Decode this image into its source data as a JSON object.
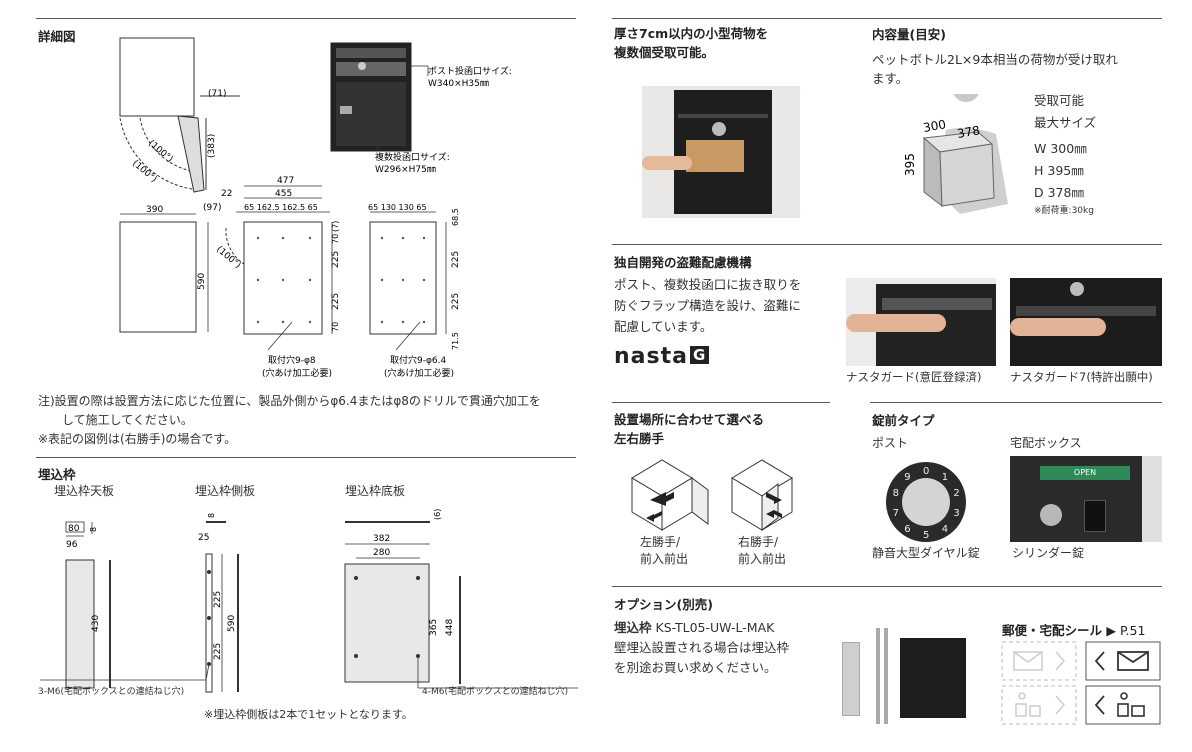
{
  "left": {
    "detail_title": "詳細図",
    "dims": {
      "d71": "(71)",
      "d383": "(383)",
      "ang100a": "(100°)",
      "ang100b": "(100°)",
      "d477": "477",
      "d455": "455",
      "d22": "22",
      "d97": "(97)",
      "d390": "390",
      "d590": "590",
      "d7": "(7)",
      "d70": "70",
      "d225a": "225",
      "d225b": "225",
      "d70b": "70",
      "d68_5": "68.5",
      "d225c": "225",
      "d225d": "225",
      "d71_5": "71.5",
      "front_cols": "65 162.5 162.5 65",
      "side_cols": "65 130 130 65",
      "ang100c": "(100°)"
    },
    "post_opening": "ポスト投函口サイズ:",
    "post_opening_size": "W340×H35㎜",
    "multi_opening": "複数投函口サイズ:",
    "multi_opening_size": "W296×H75㎜",
    "holes_a": "取付穴9-φ8",
    "holes_a_note": "(穴あけ加工必要)",
    "holes_b": "取付穴9-φ6.4",
    "holes_b_note": "(穴あけ加工必要)",
    "note1": "注)設置の際は設置方法に応じた位置に、製品外側からφ6.4またはφ8のドリルで貫通穴加工を",
    "note1b": "して施工してください。",
    "note2": "※表記の図例は(右勝手)の場合です。",
    "frame_title": "埋込枠",
    "frame_top": "埋込枠天板",
    "frame_side": "埋込枠側板",
    "frame_bottom": "埋込枠底板",
    "f80": "80",
    "f96": "96",
    "f8": "8",
    "f430": "430",
    "fs8": "8",
    "fs25": "25",
    "fs225a": "225",
    "fs590": "590",
    "fs225b": "225",
    "fb6": "(6)",
    "fb382": "382",
    "fb280": "280",
    "fb365": "365",
    "fb448": "448",
    "screw_a": "3-M6(宅配ボックスとの連結ねじ穴)",
    "screw_b": "4-M6(宅配ボックスとの連結ねじ穴)",
    "frame_note": "※埋込枠側板は2本で1セットとなります。"
  },
  "right": {
    "small_parcel_title1": "厚さ7cm以内の小型荷物を",
    "small_parcel_title2": "複数個受取可能。",
    "capacity_title": "内容量(目安)",
    "capacity_text1": "ペットボトル2L×9本相当の荷物が受け取れ",
    "capacity_text2": "ます。",
    "box_w": "300",
    "box_d": "378",
    "box_h": "395",
    "max_label1": "受取可能",
    "max_label2": "最大サイズ",
    "max_w": "W 300㎜",
    "max_h": "H 395㎜",
    "max_d": "D 378㎜",
    "max_load": "※耐荷重:30kg",
    "antitheft_title": "独自開発の盗難配慮機構",
    "antitheft_text1": "ポスト、複数投函口に抜き取りを",
    "antitheft_text2": "防ぐフラップ構造を設け、盗難に",
    "antitheft_text3": "配慮しています。",
    "brand": "nasta",
    "brand_g": "G",
    "guard1": "ナスタガード(意匠登録済)",
    "guard2": "ナスタガード7(特許出願中)",
    "hand_title1": "設置場所に合わせて選べる",
    "hand_title2": "左右勝手",
    "left_hand1": "左勝手/",
    "left_hand2": "前入前出",
    "right_hand1": "右勝手/",
    "right_hand2": "前入前出",
    "lock_title": "錠前タイプ",
    "lock_post": "ポスト",
    "lock_box": "宅配ボックス",
    "dial_digits": "0123456789",
    "open_label": "OPEN",
    "dial_lock": "静音大型ダイヤル錠",
    "cyl_lock": "シリンダー錠",
    "option_title": "オプション(別売)",
    "option_name": "埋込枠",
    "option_code": "KS-TL05-UW-L-MAK",
    "option_text1": "壁埋込設置される場合は埋込枠",
    "option_text2": "を別途お買い求めください。",
    "sticker_title": "郵便・宅配シール",
    "sticker_page": "▶ P.51"
  }
}
